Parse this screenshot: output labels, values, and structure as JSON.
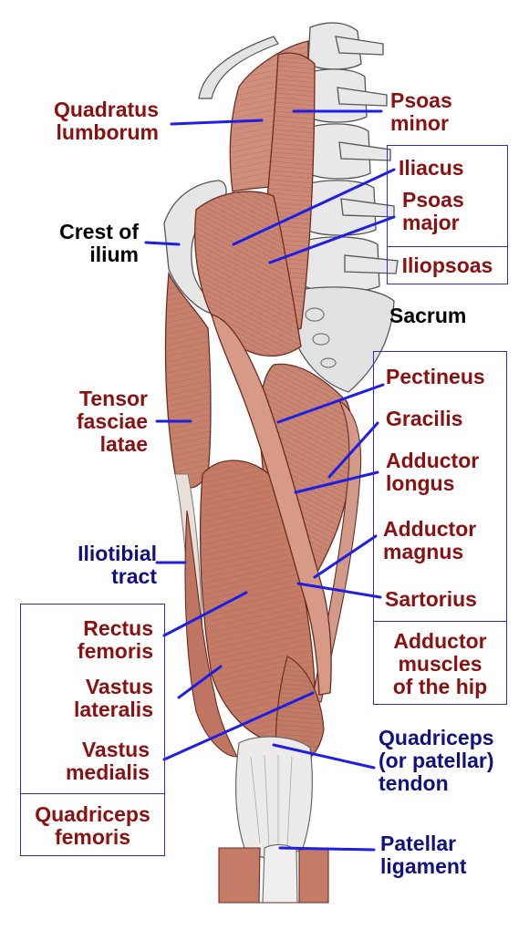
{
  "labels": {
    "quadratus": [
      "Quadratus",
      "lumborum"
    ],
    "psoas_minor": [
      "Psoas",
      "minor"
    ],
    "iliacus": "Iliacus",
    "psoas_major": [
      "Psoas",
      "major"
    ],
    "iliopsoas": "Iliopsoas",
    "crest": [
      "Crest of",
      "ilium"
    ],
    "sacrum": "Sacrum",
    "tensor": [
      "Tensor",
      "fasciae",
      "latae"
    ],
    "pectineus": "Pectineus",
    "gracilis": "Gracilis",
    "adductor_longus": [
      "Adductor",
      "longus"
    ],
    "iliotibial": [
      "Iliotibial",
      "tract"
    ],
    "adductor_magnus": [
      "Adductor",
      "magnus"
    ],
    "sartorius": "Sartorius",
    "rectus": [
      "Rectus",
      "femoris"
    ],
    "adductor_hip": [
      "Adductor",
      "muscles",
      "of the hip"
    ],
    "vastus_lateralis": [
      "Vastus",
      "lateralis"
    ],
    "vastus_medialis": [
      "Vastus",
      "medialis"
    ],
    "quadriceps_tendon": [
      "Quadriceps",
      "(or patellar)",
      "tendon"
    ],
    "quadriceps_femoris": [
      "Quadriceps",
      "femoris"
    ],
    "patellar_ligament": [
      "Patellar",
      "ligament"
    ]
  },
  "colors": {
    "muscle_label": "#8b1010",
    "bone_label": "#000000",
    "tendon_label": "#101080",
    "leader_line": "#1e1ee6",
    "muscle": "#c98a78",
    "muscle_dark": "#8f4a3c",
    "bone": "#e6e6e6"
  }
}
